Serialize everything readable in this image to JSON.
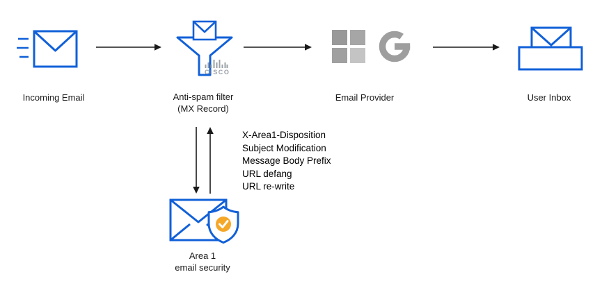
{
  "diagram": {
    "nodes": {
      "incoming": {
        "label": "Incoming Email"
      },
      "antispam": {
        "label": "Anti-spam filter",
        "sublabel": "(MX Record)",
        "vendor_logo": "CISCO"
      },
      "provider": {
        "label": "Email Provider"
      },
      "inbox": {
        "label": "User Inbox"
      },
      "area1": {
        "label": "Area 1",
        "sublabel": "email security"
      }
    },
    "annotations": [
      "X-Area1-Disposition",
      "Subject Modification",
      "Message Body Prefix",
      "URL defang",
      "URL re-write"
    ],
    "icons": {
      "incoming": "incoming-email-icon",
      "antispam": "spam-funnel-icon",
      "vendor": "cisco-logo-icon",
      "provider_ms": "microsoft-logo-icon",
      "provider_google": "google-logo-icon",
      "inbox": "inbox-tray-icon",
      "area1": "email-shield-check-icon",
      "flow": "arrow-icon"
    },
    "colors": {
      "blue": "#1160D8",
      "arrow_black": "#1a1a1a",
      "logo_gray": "#9e9e9e",
      "check_orange": "#F5A728",
      "background": "#ffffff"
    }
  }
}
